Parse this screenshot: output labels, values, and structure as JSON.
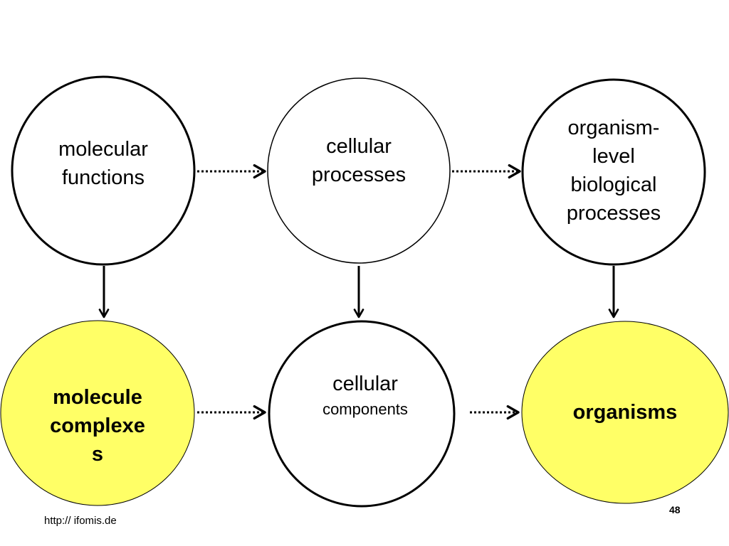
{
  "nodes": {
    "molecular_functions": {
      "lines": [
        "molecular",
        "functions"
      ],
      "fill": "#ffffff"
    },
    "cellular_processes": {
      "lines": [
        "cellular",
        "processes"
      ],
      "fill": "#ffffff"
    },
    "organism_level": {
      "lines": [
        "organism-",
        "level",
        "biological",
        "processes"
      ],
      "fill": "#ffffff"
    },
    "molecule_complexes": {
      "lines": [
        "molecule",
        "complexe",
        "s"
      ],
      "fill": "#ffff66"
    },
    "cellular_components": {
      "lines": [
        "cellular",
        "components"
      ],
      "fill": "#ffffff"
    },
    "organisms": {
      "lines": [
        "organisms"
      ],
      "fill": "#ffff66"
    }
  },
  "footer": {
    "url": "http:// ifomis.de",
    "slide_number": "48"
  }
}
